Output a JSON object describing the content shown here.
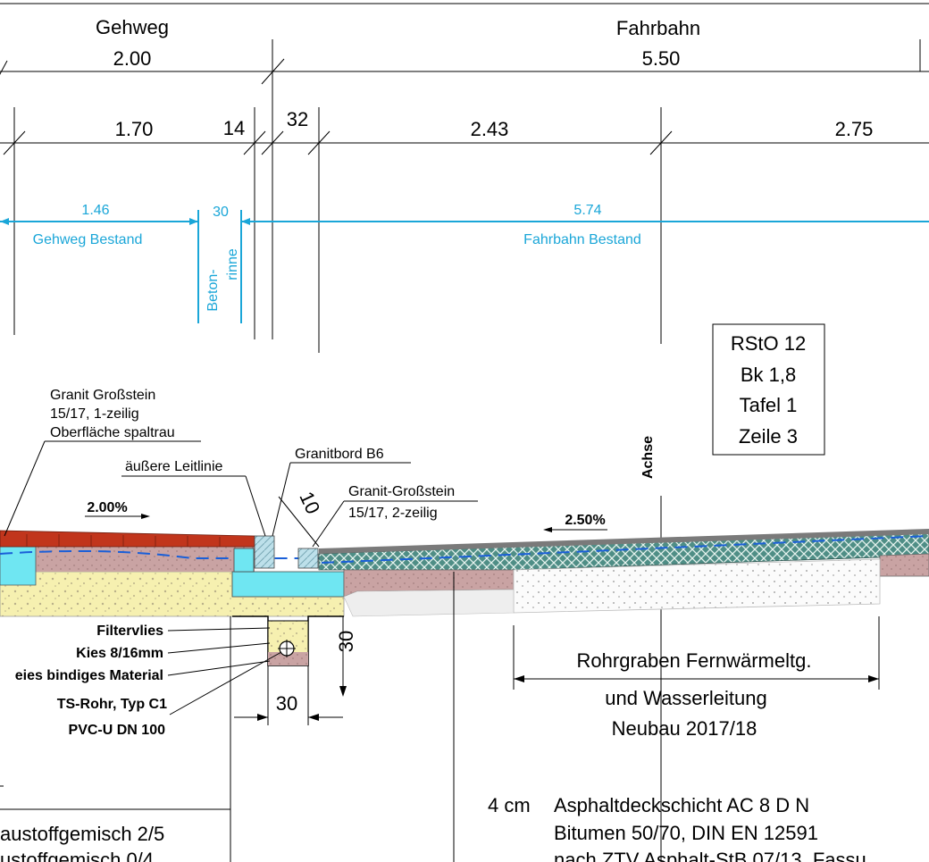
{
  "header": {
    "gehweg": "Gehweg",
    "fahrbahn": "Fahrbahn",
    "dim_gehweg": "2.00",
    "dim_fahrbahn": "5.50"
  },
  "dims_row2": {
    "d170": "1.70",
    "d14": "14",
    "d32": "32",
    "d243": "2.43",
    "d275": "2.75"
  },
  "bestand": {
    "d146": "1.46",
    "d30": "30",
    "d574": "5.74",
    "gehweg_bestand": "Gehweg Bestand",
    "fahrbahn_bestand": "Fahrbahn Bestand",
    "betonrinne_1": "Beton-",
    "betonrinne_2": "rinne"
  },
  "rsto_box": {
    "line1": "RStO 12",
    "line2": "Bk 1,8",
    "line3": "Tafel 1",
    "line4": "Zeile 3"
  },
  "annotations": {
    "granit_gross_1": "Granit Großstein",
    "granit_gross_2": "15/17, 1-zeilig",
    "granit_gross_3": "Oberfläche spaltrau",
    "leitlinie": "äußere Leitlinie",
    "granitbord": "Granitbord B6",
    "granit_gross2_1": "Granit-Großstein",
    "granit_gross2_2": "15/17, 2-zeilig",
    "slope_left": "2.00%",
    "slope_right": "2.50%",
    "achse": "Achse",
    "d10": "10",
    "d30_vert": "30",
    "d30_horiz": "30"
  },
  "layer_labels": {
    "filtervlies": "Filtervlies",
    "kies": "Kies 8/16mm",
    "bindig": "eies bindiges Material",
    "tsrohr": "TS-Rohr, Typ C1",
    "pvc": "PVC-U DN 100"
  },
  "rohrgraben": {
    "line1": "Rohrgraben Fernwärmeltg.",
    "line2": "und Wasserleitung",
    "line3": "Neubau 2017/18"
  },
  "bottom_left": {
    "line1": "austoffgemisch 2/5",
    "line2": "ustoffgemisch 0/4"
  },
  "asphalt": {
    "thickness": "4 cm",
    "line1": "Asphaltdeckschicht AC 8 D N",
    "line2": "Bitumen 50/70, DIN EN 12591",
    "line3": "nach ZTV Asphalt-StB 07/13, Fassu"
  },
  "colors": {
    "cyan": "#1aa6d8",
    "brick": "#c1351c",
    "mauve": "#c9a3a3",
    "sand": "#f6f0b0",
    "water": "#6fe6f2",
    "asphalt_green": "#4f8e86"
  }
}
